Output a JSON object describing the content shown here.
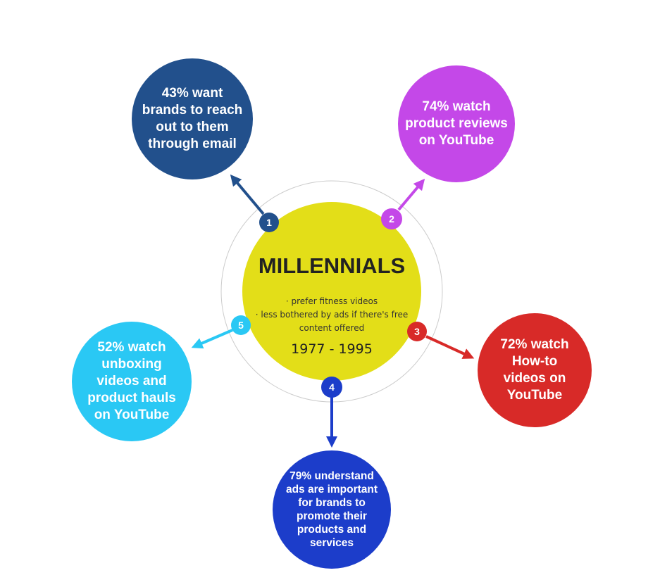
{
  "center": {
    "title": "MILLENNIALS",
    "bullets": [
      "· prefer fitness videos",
      "· less bothered by ads if there's free",
      "content offered"
    ],
    "years": "1977 - 1995",
    "fill_color": "#e3de18"
  },
  "nodes": [
    {
      "number": "1",
      "text": "43% want\nbrands to reach\nout to them\nthrough email",
      "color": "#22508c"
    },
    {
      "number": "2",
      "text": "74% watch\nproduct reviews\non YouTube",
      "color": "#c448e8"
    },
    {
      "number": "3",
      "text": "72% watch\nHow-to\nvideos on\nYouTube",
      "color": "#d82a28"
    },
    {
      "number": "4",
      "text": "79% understand\nads are important\nfor brands to\npromote  their\nproducts and\nservices",
      "color": "#1c3dca"
    },
    {
      "number": "5",
      "text": "52% watch\nunboxing\nvideos and\nproduct hauls\non YouTube",
      "color": "#2ac8f4"
    }
  ]
}
